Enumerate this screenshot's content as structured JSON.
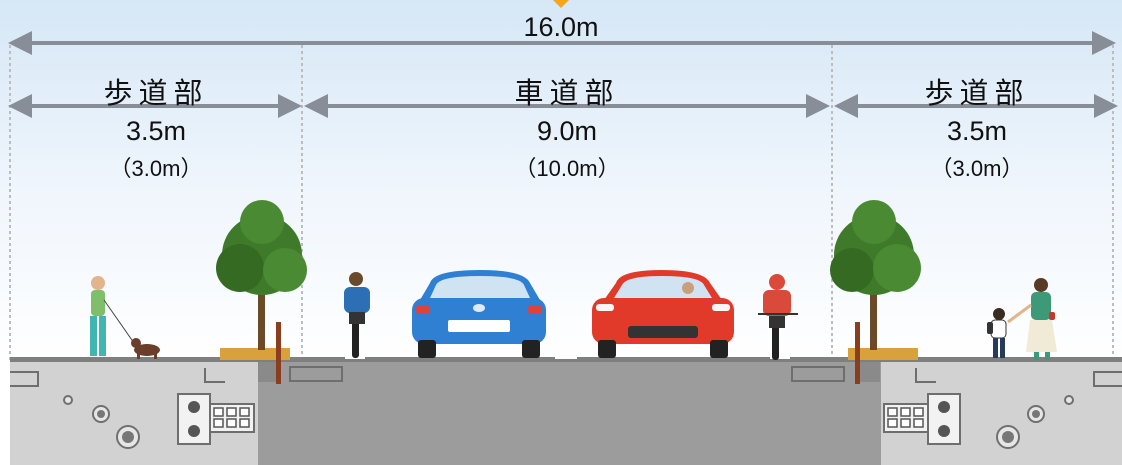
{
  "total": {
    "width": "16.0m"
  },
  "zones": [
    {
      "name": "歩道部",
      "width": "3.5m",
      "alt": "（3.0m）"
    },
    {
      "name": "車道部",
      "width": "9.0m",
      "alt": "（10.0m）"
    },
    {
      "name": "歩道部",
      "width": "3.5m",
      "alt": "（3.0m）"
    }
  ],
  "colors": {
    "sky_top": "#d6e7f6",
    "arrow": "#878e97",
    "road": "#9c9c9c",
    "ground": "#cfcfcf",
    "marker": "#f4a51b",
    "tree": "#3f7a2a",
    "car_blue": "#2f7fd3",
    "car_red": "#e23a2a"
  },
  "icons": [
    "tree-icon",
    "pedestrian-with-dog-icon",
    "cyclist-icon",
    "blue-car-icon",
    "red-car-icon",
    "parent-with-child-icon"
  ]
}
